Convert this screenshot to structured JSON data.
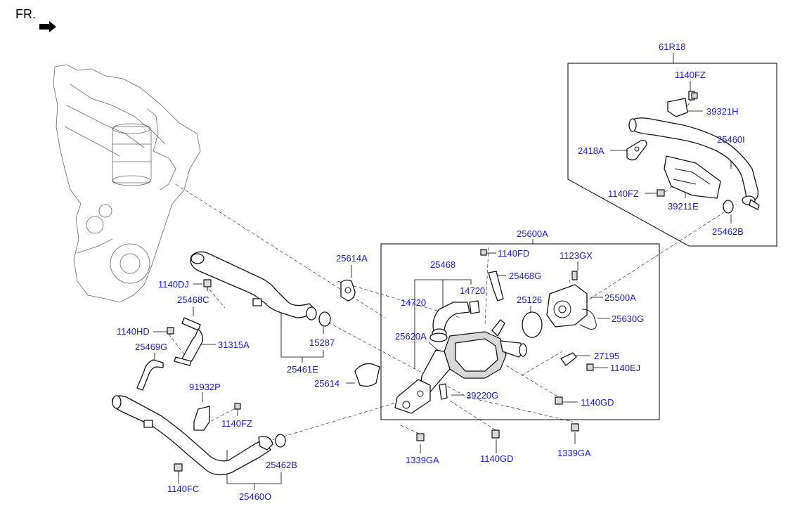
{
  "header": {
    "fr_label": "FR."
  },
  "callouts": {
    "c61R18": "61R18",
    "c1140FZ_top": "1140FZ",
    "c39321H": "39321H",
    "c2418A": "2418A",
    "c25460I": "25460I",
    "c1140FZ_mid": "1140FZ",
    "c39211E": "39211E",
    "c25462B_top": "25462B",
    "c25600A": "25600A",
    "c1140FD": "1140FD",
    "c25468": "25468",
    "c1123GX": "1123GX",
    "c25468G": "25468G",
    "c14720_l": "14720",
    "c14720_r": "14720",
    "c25126": "25126",
    "c25500A": "25500A",
    "c25630G": "25630G",
    "c25614A": "25614A",
    "c1140DJ": "1140DJ",
    "c25468C": "25468C",
    "c1140HD": "1140HD",
    "c31315A": "31315A",
    "c25469G": "25469G",
    "c15287": "15287",
    "c25461E": "25461E",
    "c25620A": "25620A",
    "c27195": "27195",
    "c1140EJ": "1140EJ",
    "c25614": "25614",
    "c39220G": "39220G",
    "c1140GD_r": "1140GD",
    "c91932P": "91932P",
    "c1140FZ_low": "1140FZ",
    "c25462B_low": "25462B",
    "c1339GA_l": "1339GA",
    "c1140GD_b": "1140GD",
    "c1339GA_r": "1339GA",
    "c1140FC": "1140FC",
    "c25460O": "25460O"
  }
}
